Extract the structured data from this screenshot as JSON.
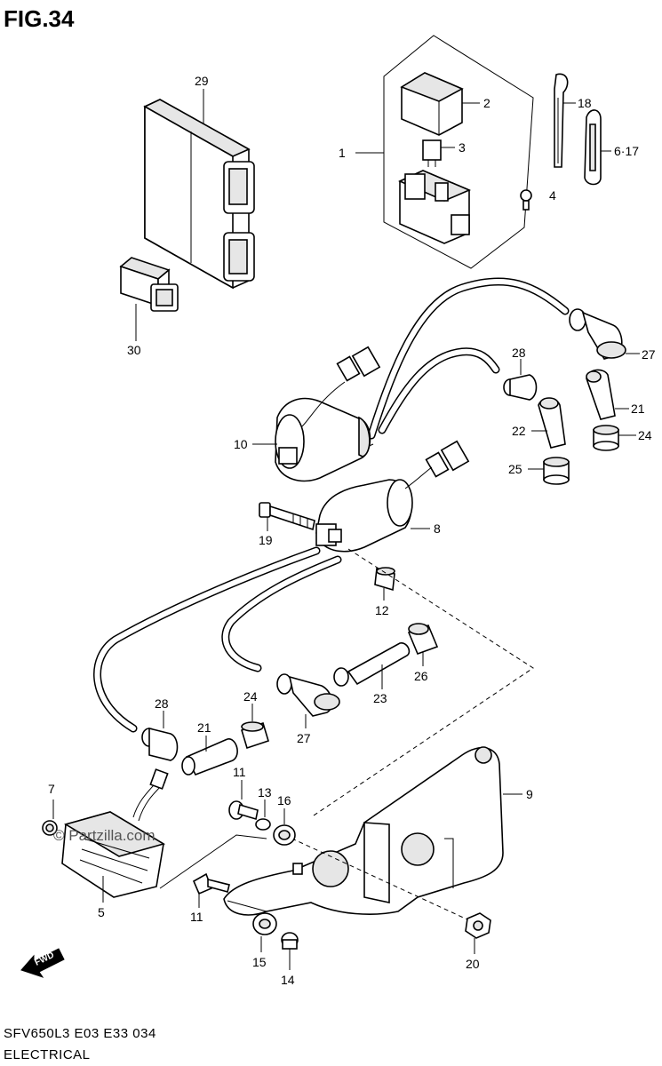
{
  "figure": {
    "title": "FIG.34"
  },
  "footer": {
    "model_code": "SFV650L3  E03  E33  034",
    "section": "ELECTRICAL"
  },
  "watermark": {
    "text": "© Partzilla.com"
  },
  "fwd_arrow": {
    "label": "FWD"
  },
  "callouts": {
    "c29": "29",
    "c30": "30",
    "c1": "1",
    "c2": "2",
    "c3": "3",
    "c4": "4",
    "c18": "18",
    "c617": "6·17",
    "c27a": "27",
    "c28a": "28",
    "c21a": "21",
    "c22": "22",
    "c24a": "24",
    "c25": "25",
    "c10": "10",
    "c8": "8",
    "c19": "19",
    "c12": "12",
    "c26": "26",
    "c23": "23",
    "c28b": "28",
    "c24b": "24",
    "c21b": "21",
    "c27b": "27",
    "c9": "9",
    "c7": "7",
    "c11a": "11",
    "c13": "13",
    "c16": "16",
    "c5": "5",
    "c11b": "11",
    "c15": "15",
    "c14": "14",
    "c20": "20"
  }
}
